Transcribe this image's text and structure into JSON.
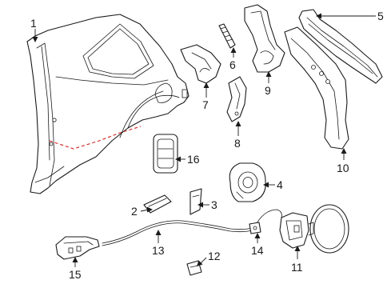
{
  "diagram": {
    "callouts": [
      "1",
      "2",
      "3",
      "4",
      "5",
      "6",
      "7",
      "8",
      "9",
      "10",
      "11",
      "12",
      "13",
      "14",
      "15",
      "16"
    ],
    "colors": {
      "line": "#1a1a1a",
      "cut_line": "#d42020",
      "background": "#ffffff"
    }
  }
}
